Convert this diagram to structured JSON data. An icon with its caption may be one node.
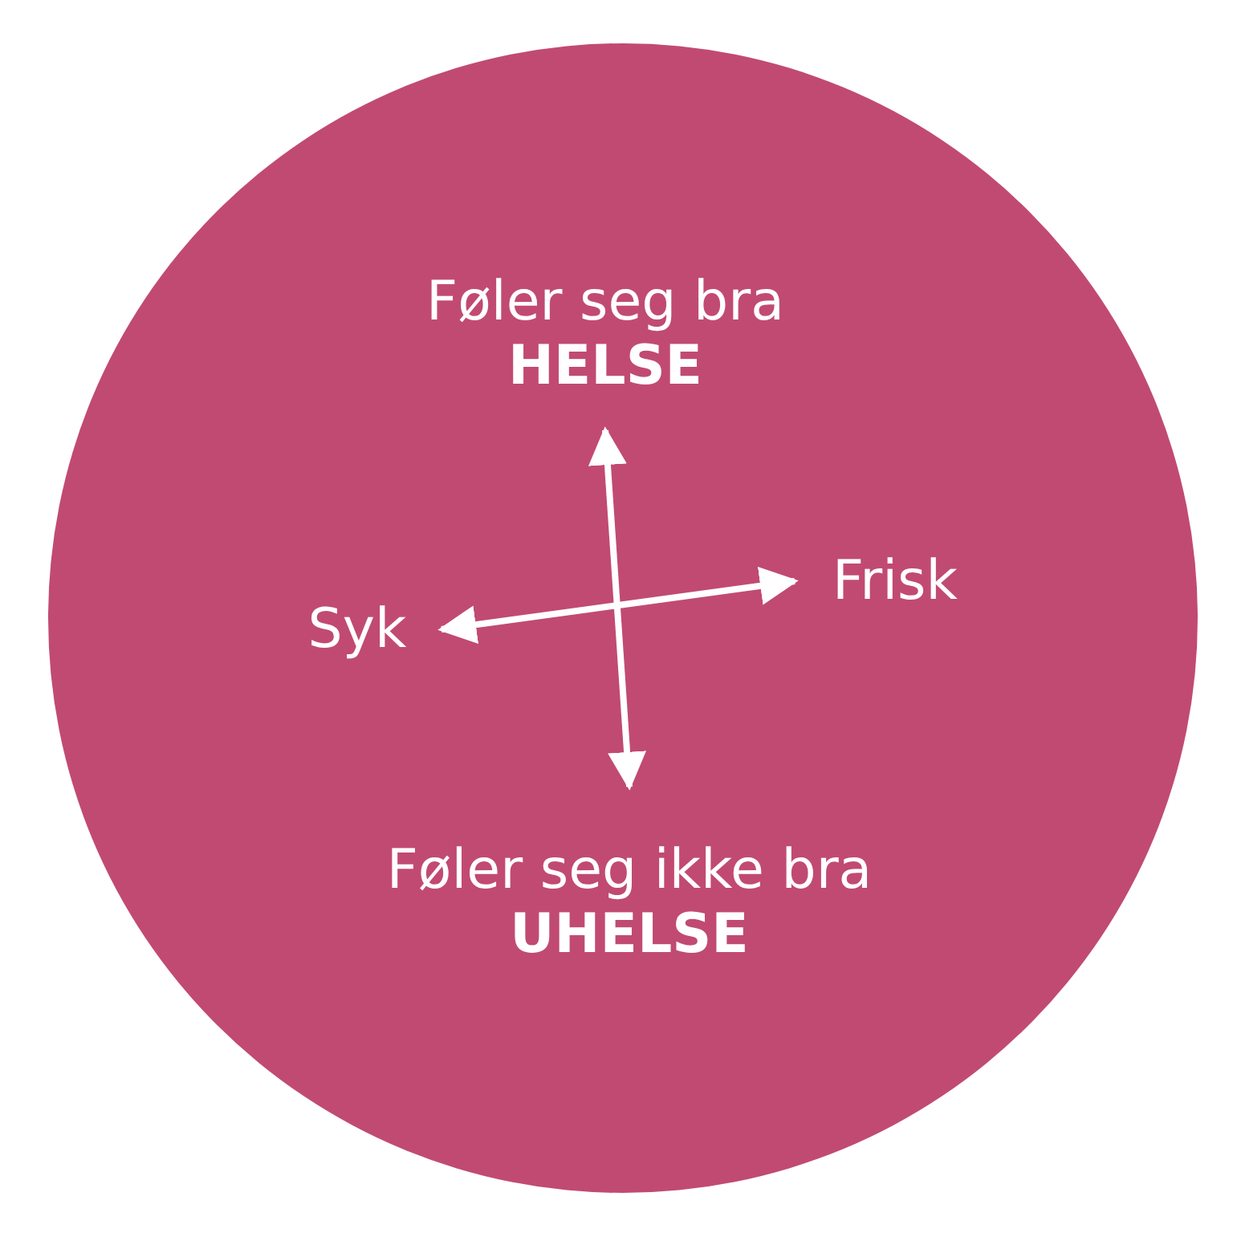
{
  "diagram": {
    "nodes": [
      {
        "text": [],
        "shape": "circle"
      },
      {
        "text": [
          "Føler seg bra",
          "HELSE"
        ],
        "in": 0
      },
      {
        "text": [
          "Syk"
        ],
        "in": 0
      },
      {
        "text": [
          "Frisk"
        ],
        "in": 0
      },
      {
        "text": [
          "Føler seg ikke bra",
          "UHELSE"
        ],
        "in": 0
      }
    ],
    "edges": [
      {
        "from": 1,
        "to": 4,
        "arrow": "both"
      },
      {
        "from": 2,
        "to": 3,
        "arrow": "both"
      }
    ]
  }
}
